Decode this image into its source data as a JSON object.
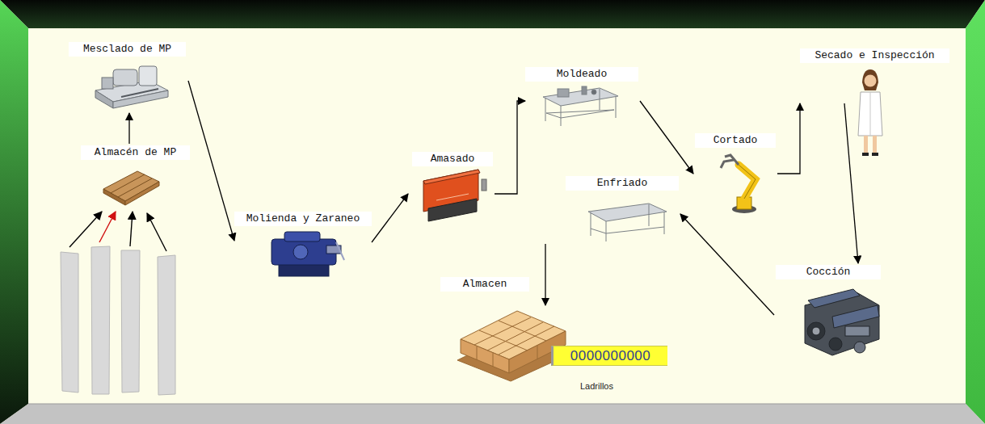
{
  "diagram": {
    "nodes": [
      {
        "text": [
          "Mesclado de MP"
        ]
      },
      {
        "text": [
          "Almacén de MP"
        ]
      },
      {
        "text": [
          "Molienda y Zaraneo"
        ]
      },
      {
        "text": [
          "Amasado"
        ]
      },
      {
        "text": [
          "Moldeado"
        ]
      },
      {
        "text": [
          "Enfriado"
        ]
      },
      {
        "text": [
          "Almacen"
        ]
      },
      {
        "text": [
          "Cortado"
        ]
      },
      {
        "text": [
          "Secado e Inspección"
        ]
      },
      {
        "text": [
          "Cocción"
        ]
      },
      {
        "text": [
          "0000000000"
        ]
      }
    ],
    "edges": [
      {
        "from": 1,
        "to": 0,
        "arrow": "to"
      },
      {
        "from": 0,
        "to": 2,
        "arrow": "to"
      },
      {
        "from": 2,
        "to": 3,
        "arrow": "to"
      },
      {
        "from": 3,
        "to": 4,
        "arrow": "to"
      },
      {
        "from": 4,
        "to": 7,
        "arrow": "to"
      },
      {
        "from": 7,
        "to": 8,
        "arrow": "to"
      },
      {
        "from": 8,
        "to": 9,
        "arrow": "to"
      },
      {
        "from": 9,
        "to": 5,
        "arrow": "to"
      },
      {
        "from": 5,
        "to": 6,
        "arrow": "to"
      }
    ],
    "labels": [
      "Ladrillos"
    ]
  }
}
